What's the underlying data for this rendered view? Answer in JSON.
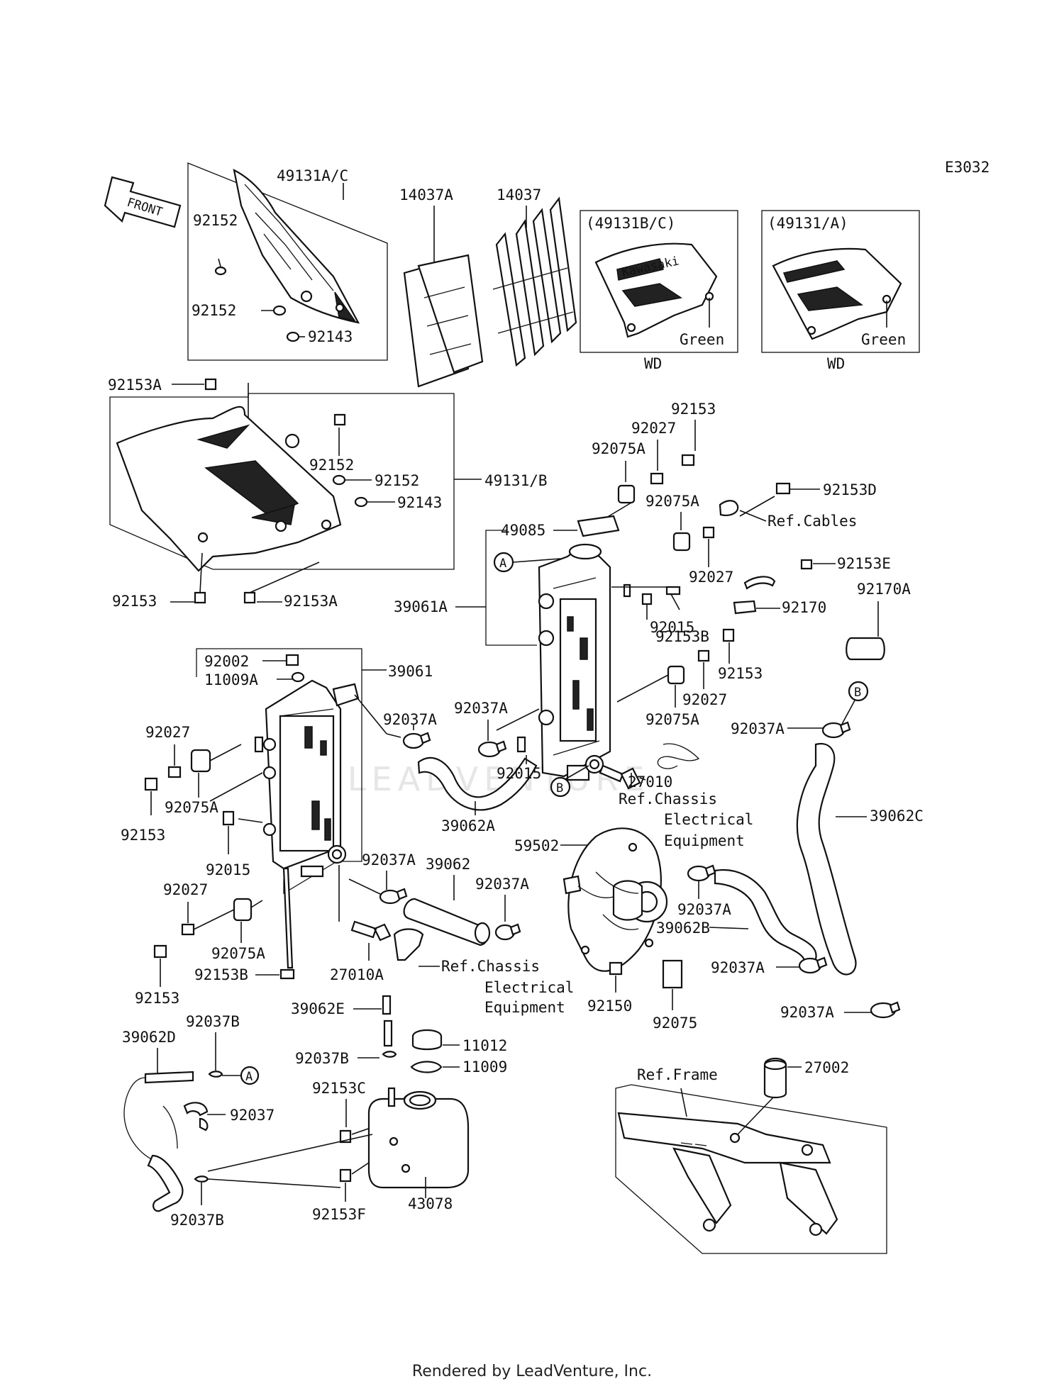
{
  "code": "E3032",
  "front_label": "FRONT",
  "watermark": "LEADVENTURE",
  "footer": "Rendered by LeadVenture, Inc.",
  "insets": {
    "left": {
      "title": "(49131B/C)",
      "color": "Green",
      "note": "WD",
      "logo": "Kawasaki"
    },
    "right": {
      "title": "(49131/A)",
      "color": "Green",
      "note": "WD"
    }
  },
  "labels": {
    "p49131ac": "49131A/C",
    "p92152a": "92152",
    "p92152b": "92152",
    "p92143a": "92143",
    "p14037a": "14037A",
    "p14037": "14037",
    "p92153a_top": "92153A",
    "p92152c": "92152",
    "p92152d": "92152",
    "p49131b": "49131/B",
    "p92143b": "92143",
    "p92153_l": "92153",
    "p92153a_b": "92153A",
    "p92153_t": "92153",
    "p92027_t": "92027",
    "p92075a_t": "92075A",
    "p92153d": "92153D",
    "p49085": "49085",
    "p92075a_m": "92075A",
    "ref_cables": "Ref.Cables",
    "p92153e": "92153E",
    "p92027_m": "92027",
    "p92170a": "92170A",
    "p39061a": "39061A",
    "p92170": "92170",
    "p92153b_t": "92153B",
    "p92015_t": "92015",
    "p92153_m": "92153",
    "p92002": "92002",
    "p11009a": "11009A",
    "p39061": "39061",
    "p92037a_1": "92037A",
    "p92037a_2": "92037A",
    "p92027_m2": "92027",
    "p92075a_m2": "92075A",
    "p92037a_r": "92037A",
    "p92027_l": "92027",
    "p92015_m": "92015",
    "p27010": "27010",
    "p92153_l2": "92153",
    "p92075a_l": "92075A",
    "ref_chassis_1": "Ref.Chassis",
    "elec_1": "Electrical",
    "equip_1": "Equipment",
    "p39062a": "39062A",
    "p39062c": "39062C",
    "p92015_l": "92015",
    "p92037a_3": "92037A",
    "p39062": "39062",
    "p59502": "59502",
    "p92027_l2": "92027",
    "p92037a_4": "92037A",
    "p92037a_5": "92037A",
    "p92075a_l2": "92075A",
    "p39062b": "39062B",
    "p92037a_6": "92037A",
    "p92153b_b": "92153B",
    "p27010a": "27010A",
    "ref_chassis_2": "Ref.Chassis",
    "elec_2": "Electrical",
    "equip_2": "Equipment",
    "p92150": "92150",
    "p92075": "92075",
    "p92153_b": "92153",
    "p92037a_7": "92037A",
    "p39062e": "39062E",
    "p11012": "11012",
    "p39062d": "39062D",
    "p92037b_1": "92037B",
    "p92037b_2": "92037B",
    "p11009": "11009",
    "p92153c": "92153C",
    "p27002": "27002",
    "ref_frame": "Ref.Frame",
    "p92037": "92037",
    "p43078": "43078",
    "p92153f": "92153F",
    "p92037b_3": "92037B",
    "mark_a1": "A",
    "mark_a2": "A",
    "mark_b1": "B",
    "mark_b2": "B"
  }
}
